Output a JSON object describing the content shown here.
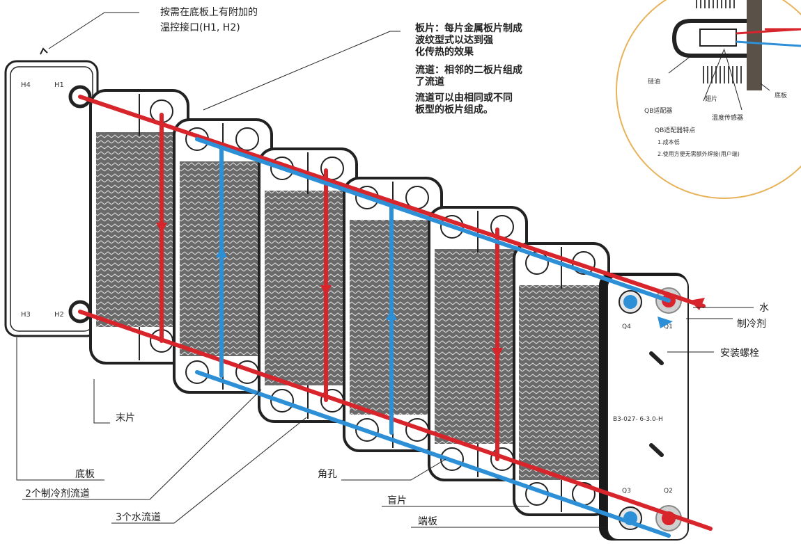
{
  "annotations": {
    "temp_port": [
      "按需在底板上有附加的",
      "温控接口(H1, H2)"
    ],
    "plate_desc": [
      "板片：每片金属板片制成",
      "波纹型式以达到强",
      "化传热的效果",
      "流道：相邻的二板片组成",
      "了流道",
      "流道可以由相同或不同",
      "板型的板片组成。"
    ],
    "water": "水",
    "refrigerant": "制冷剂",
    "bolt": "安装螺栓",
    "end_plate": "末片",
    "base_plate": "底板",
    "refrigerant_channels": "2个制冷剂流道",
    "water_channels": "3个水流道",
    "corner_hole": "角孔",
    "blind_plate": "盲片",
    "front_plate": "端板",
    "model": "B3-027- 6-3.0-H"
  },
  "ports": {
    "h1": "H1",
    "h2": "H2",
    "h3": "H3",
    "h4": "H4",
    "q1": "Q1",
    "q2": "Q2",
    "q3": "Q3",
    "q4": "Q4"
  },
  "inset": {
    "silicone": "硅油",
    "fin": "翅片",
    "base": "底板",
    "adapter": "QB适配器",
    "sensor": "温度传感器",
    "features_title": "QB适配器特点",
    "feature_1": "1.成本低",
    "feature_2": "2.使用方便无需额外焊接(用户端)"
  },
  "colors": {
    "hot_flow": "#d8252b",
    "cold_flow": "#2d8fd6",
    "inset_border": "#e8b25a"
  }
}
